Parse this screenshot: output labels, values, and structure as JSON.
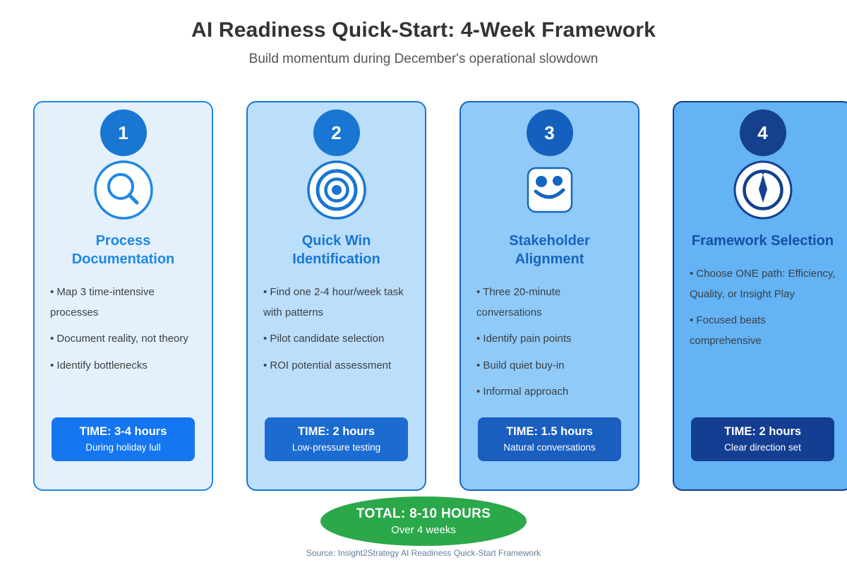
{
  "header": {
    "title": "AI Readiness Quick-Start: 4-Week Framework",
    "subtitle": "Build momentum during December's operational slowdown"
  },
  "cards": [
    {
      "number": "1",
      "icon": "magnifier-icon",
      "title": "Process Documentation",
      "bullets": [
        "Map 3 time-intensive processes",
        "Document reality, not theory",
        "Identify bottlenecks"
      ],
      "time_label": "TIME: 3-4 hours",
      "time_note": "During holiday lull",
      "colors": {
        "bg": "#E4F1FC",
        "border": "#1E88E5",
        "circle": "#1976D2",
        "title": "#1E88E5",
        "badge": "#1476F0",
        "icon": "#1E88E5"
      }
    },
    {
      "number": "2",
      "icon": "target-icon",
      "title": "Quick Win Identification",
      "bullets": [
        "Find one 2-4 hour/week task with patterns",
        "Pilot candidate selection",
        "ROI potential assessment"
      ],
      "time_label": "TIME: 2 hours",
      "time_note": "Low-pressure testing",
      "colors": {
        "bg": "#BBDEFB",
        "border": "#1976D2",
        "circle": "#1976D2",
        "title": "#1976D2",
        "badge": "#1B6BD1",
        "icon": "#1976D2"
      }
    },
    {
      "number": "3",
      "icon": "smiley-face-icon",
      "title": "Stakeholder Alignment",
      "bullets": [
        "Three 20-minute conversations",
        "Identify pain points",
        "Build quiet buy-in",
        "Informal approach"
      ],
      "time_label": "TIME: 1.5 hours",
      "time_note": "Natural conversations",
      "colors": {
        "bg": "#8FCAF9",
        "border": "#1565C0",
        "circle": "#1560BE",
        "title": "#1565C0",
        "badge": "#1A5EC0",
        "icon": "#1565C0"
      }
    },
    {
      "number": "4",
      "icon": "compass-icon",
      "title": "Framework Selection",
      "bullets": [
        "Choose ONE path: Efficiency, Quality, or Insight Play",
        "Focused beats comprehensive"
      ],
      "time_label": "TIME: 2 hours",
      "time_note": "Clear direction set",
      "colors": {
        "bg": "#63B3F5",
        "border": "#123E8F",
        "circle": "#15408E",
        "title": "#1450A5",
        "badge": "#143E92",
        "icon": "#14408F"
      }
    }
  ],
  "total": {
    "label": "TOTAL: 8-10 HOURS",
    "note": "Over 4 weeks",
    "color": "#2BA84A"
  },
  "footer": {
    "source": "Source: Insight2Strategy AI Readiness Quick-Start Framework"
  }
}
